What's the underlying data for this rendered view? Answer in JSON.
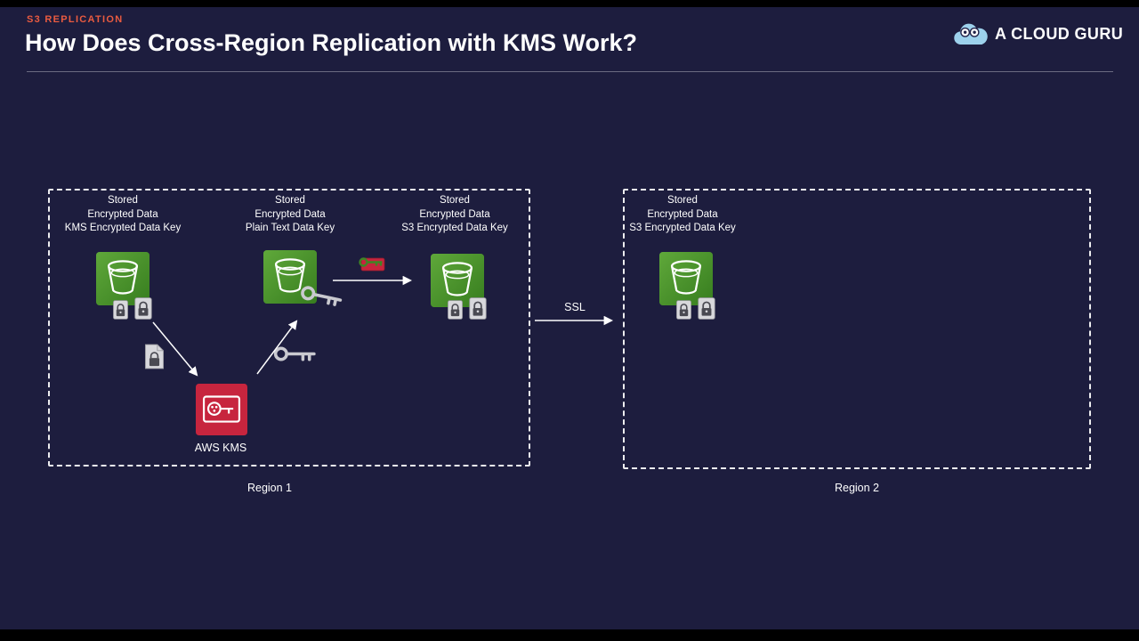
{
  "header": {
    "eyebrow": "S3 REPLICATION",
    "title": "How Does Cross-Region Replication with KMS Work?"
  },
  "brand": {
    "name": "A CLOUD GURU"
  },
  "diagram": {
    "region1": {
      "label": "Region 1",
      "kms_label": "AWS KMS",
      "groups": [
        {
          "lines": [
            "Stored",
            "Encrypted Data",
            "KMS Encrypted Data Key"
          ]
        },
        {
          "lines": [
            "Stored",
            "Encrypted Data",
            "Plain Text Data Key"
          ]
        },
        {
          "lines": [
            "Stored",
            "Encrypted Data",
            "S3 Encrypted Data Key"
          ]
        }
      ]
    },
    "region2": {
      "label": "Region 2",
      "groups": [
        {
          "lines": [
            "Stored",
            "Encrypted Data",
            "S3 Encrypted Data Key"
          ]
        }
      ]
    },
    "ssl_label": "SSL"
  },
  "colors": {
    "background": "#1d1d3e",
    "eyebrow_accent": "#EA5B40",
    "bucket_green": "#3F8624",
    "kms_red": "#C7253E",
    "logo_blue": "#9DD1EC",
    "text": "#FFFFFF"
  },
  "icons": {
    "brand_logo": "acg-cloud-logo",
    "bucket": "s3-bucket-icon",
    "lock": "lock-icon",
    "document_lock": "document-lock-icon",
    "key": "key-icon",
    "encrypted_key_chip": "encrypted-data-key-icon",
    "kms": "aws-kms-icon"
  }
}
